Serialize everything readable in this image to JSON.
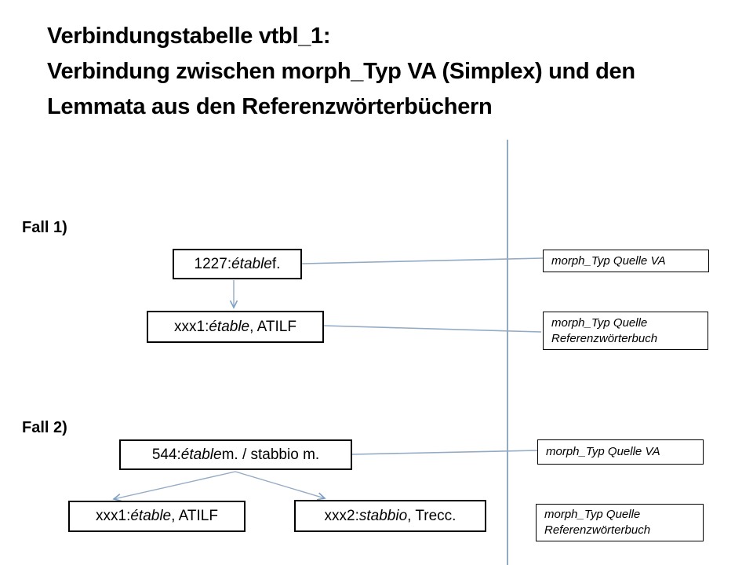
{
  "title": {
    "line1": "Verbindungstabelle vtbl_1:",
    "line2": "Verbindung zwischen morph_Typ VA (Simplex) und den",
    "line3": "Lemmata aus den Referenzwörterbüchern"
  },
  "colors": {
    "connector": "#92aac4",
    "arrow": "#7d9fc7",
    "box_border": "#000000",
    "text": "#000000"
  },
  "fall1": {
    "label": "Fall 1)",
    "source_box": {
      "prefix": "1227: ",
      "italic": "étable",
      "suffix": " f."
    },
    "lemma_box": {
      "prefix": "xxx1: ",
      "italic": "étable",
      "suffix": ", ATILF"
    },
    "va_box": {
      "label": "morph_Typ Quelle VA"
    },
    "ref_box": {
      "line1": "morph_Typ Quelle",
      "line2": "Referenzwörterbuch"
    }
  },
  "fall2": {
    "label": "Fall 2)",
    "source_box": {
      "prefix": "544: ",
      "italic": "étable",
      "suffix": " m. / stabbio m."
    },
    "lemma_box1": {
      "prefix": "xxx1: ",
      "italic": "étable",
      "suffix": ", ATILF"
    },
    "lemma_box2": {
      "prefix": "xxx2: ",
      "italic": "stabbio",
      "suffix": ", Trecc."
    },
    "va_box": {
      "label": "morph_Typ Quelle VA"
    },
    "ref_box": {
      "line1": "morph_Typ Quelle",
      "line2": "Referenzwörterbuch"
    }
  }
}
